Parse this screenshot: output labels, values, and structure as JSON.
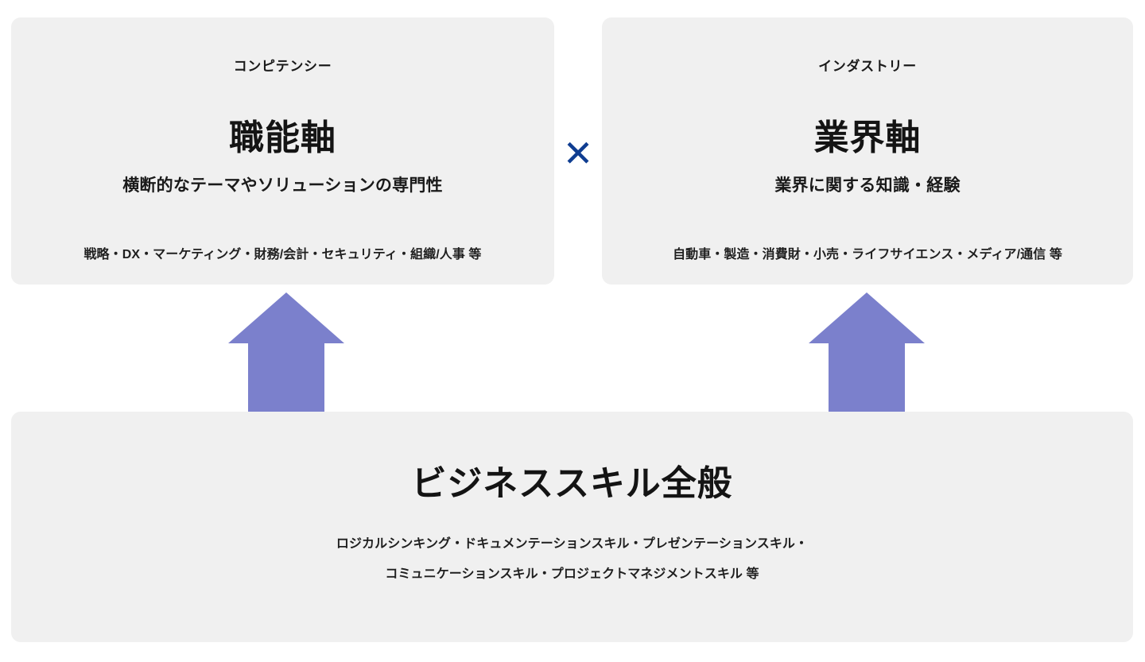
{
  "theme": {
    "page_background": "#ffffff",
    "card_background": "#f0f0f0",
    "multiply_color": "#0f3d91",
    "arrow_color": "#7b80cc",
    "text_color": "#1a1a1a"
  },
  "cards": {
    "competency": {
      "eyebrow": "コンピテンシー",
      "headline": "職能軸",
      "subline": "横断的なテーマやソリューションの専門性",
      "detail": "戦略・DX・マーケティング・財務/会計・セキュリティ・組織/人事 等"
    },
    "industry": {
      "eyebrow": "インダストリー",
      "headline": "業界軸",
      "subline": "業界に関する知識・経験",
      "detail": "自動車・製造・消費財・小売・ライフサイエンス・メディア/通信 等"
    },
    "business_skills": {
      "headline": "ビジネススキル全般",
      "detail_lines": [
        "ロジカルシンキング・ドキュメンテーションスキル・プレゼンテーションスキル・",
        "コミュニケーションスキル・プロジェクトマネジメントスキル 等"
      ]
    }
  },
  "connectors": {
    "multiply_symbol": "✕",
    "arrow_left_label": "up-arrow",
    "arrow_right_label": "up-arrow"
  }
}
